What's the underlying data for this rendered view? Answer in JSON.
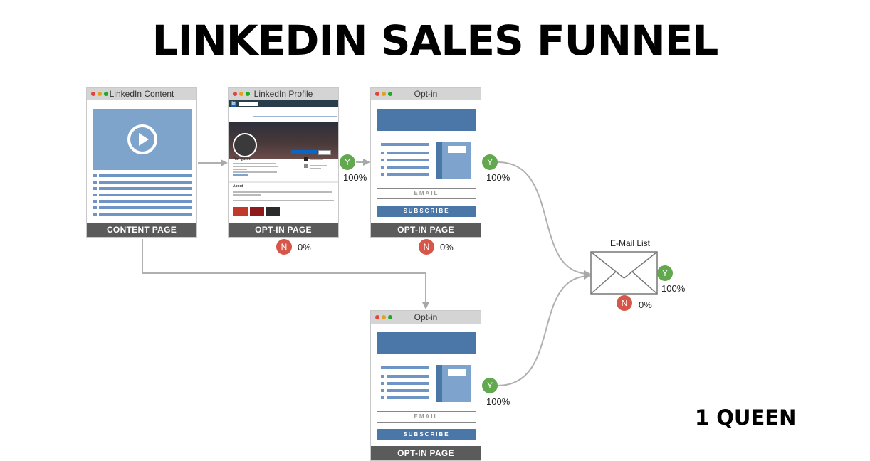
{
  "title": "LINKEDIN SALES FUNNEL",
  "brand": "1 QUEEN",
  "windows": {
    "content": {
      "bar_title": "LinkedIn Content",
      "footer": "CONTENT PAGE"
    },
    "profile": {
      "bar_title": "LinkedIn Profile",
      "footer": "OPT-IN PAGE",
      "logo": "in",
      "name": "Tim Queen",
      "about": "About"
    },
    "optin1": {
      "bar_title": "Opt-in",
      "email_placeholder": "EMAIL",
      "subscribe": "SUBSCRIBE",
      "footer": "OPT-IN PAGE"
    },
    "optin2": {
      "bar_title": "Opt-in",
      "email_placeholder": "EMAIL",
      "subscribe": "SUBSCRIBE",
      "footer": "OPT-IN PAGE"
    }
  },
  "email_list": {
    "label": "E-Mail List"
  },
  "badges": {
    "profile_yes": {
      "letter": "Y",
      "pct": "100%"
    },
    "profile_no": {
      "letter": "N",
      "pct": "0%"
    },
    "optin1_yes": {
      "letter": "Y",
      "pct": "100%"
    },
    "optin1_no": {
      "letter": "N",
      "pct": "0%"
    },
    "optin2_yes": {
      "letter": "Y",
      "pct": "100%"
    },
    "email_yes": {
      "letter": "Y",
      "pct": "100%"
    },
    "email_no": {
      "letter": "N",
      "pct": "0%"
    }
  },
  "colors": {
    "accent_blue": "#4a77a8",
    "yes_green": "#62a84e",
    "no_red": "#d6564a",
    "footer_gray": "#5b5b5b"
  }
}
